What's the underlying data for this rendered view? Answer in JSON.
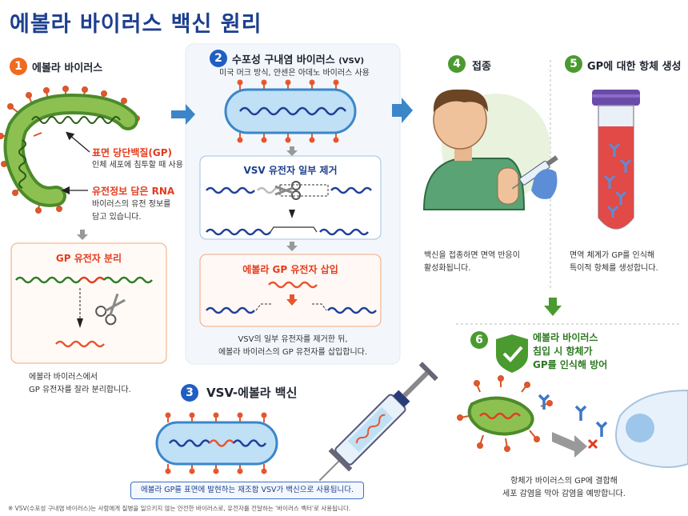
{
  "title": "에볼라 바이러스 백신 원리",
  "steps": [
    {
      "num": "1",
      "title": "에볼라 바이러스"
    },
    {
      "num": "2",
      "title": "수포성 구내염 바이러스",
      "title_suffix": "(VSV)",
      "subtitle": "미국 머크 방식, 얀센은 아데노 바이러스 사용"
    },
    {
      "num": "3",
      "title": "VSV-에볼라 백신"
    },
    {
      "num": "4",
      "title": "접종"
    },
    {
      "num": "5",
      "title": "GP에 대한 항체 생성"
    },
    {
      "num": "6",
      "title_lines": [
        "에볼라 바이러스",
        "침입 시 항체가",
        "GP를 인식해 방어"
      ]
    }
  ],
  "ebola": {
    "gp_label": "표면 당단백질(GP)",
    "gp_desc": "인체 세포에 침투할 때 사용",
    "rna_label": "유전정보 담은 RNA",
    "rna_desc": [
      "바이러스의 유전 정보를",
      "담고 있습니다."
    ]
  },
  "gp_separation": {
    "title": "GP 유전자 분리",
    "caption": [
      "에볼라 바이러스에서",
      "GP 유전자를 잘라 분리합니다."
    ]
  },
  "vsv": {
    "remove_title": "VSV 유전자 일부 제거",
    "insert_title": "에볼라 GP 유전자 삽입",
    "caption": [
      "VSV의 일부 유전자를 제거한 뒤,",
      "에볼라 바이러스의 GP 유전자를 삽입합니다."
    ]
  },
  "vaccine": {
    "caption": "에볼라 GP를 표면에 발현하는 재조합 VSV가 백신으로 사용됩니다."
  },
  "injection": {
    "caption": [
      "백신을 접종하면 면역 반응이",
      "활성화됩니다."
    ]
  },
  "antibody": {
    "caption": [
      "면역 체계가 GP를 인식해",
      "특이적 항체를 생성합니다."
    ]
  },
  "defense": {
    "caption": [
      "항체가 바이러스의 GP에 결합해",
      "세포 감염을 막아 감염을 예방합니다."
    ]
  },
  "footnote": "※ VSV(수포성 구내염 바이러스)는 사람에게 질병을 일으키지 않는 안전한 바이러스로, 유전자를 전달하는 '바이러스 벡터'로 사용됩니다.",
  "colors": {
    "title": "#1d3f8f",
    "orange": "#ef6b1f",
    "blue": "#1f5fc4",
    "green": "#4a9a2f",
    "gene_red": "#e33c1f"
  },
  "icons": [
    "ebola-virus-icon",
    "scissors-icon",
    "vsv-virus-icon",
    "syringe-icon",
    "person-icon",
    "test-tube-icon",
    "shield-check-icon",
    "antibody-icon",
    "cell-icon"
  ]
}
